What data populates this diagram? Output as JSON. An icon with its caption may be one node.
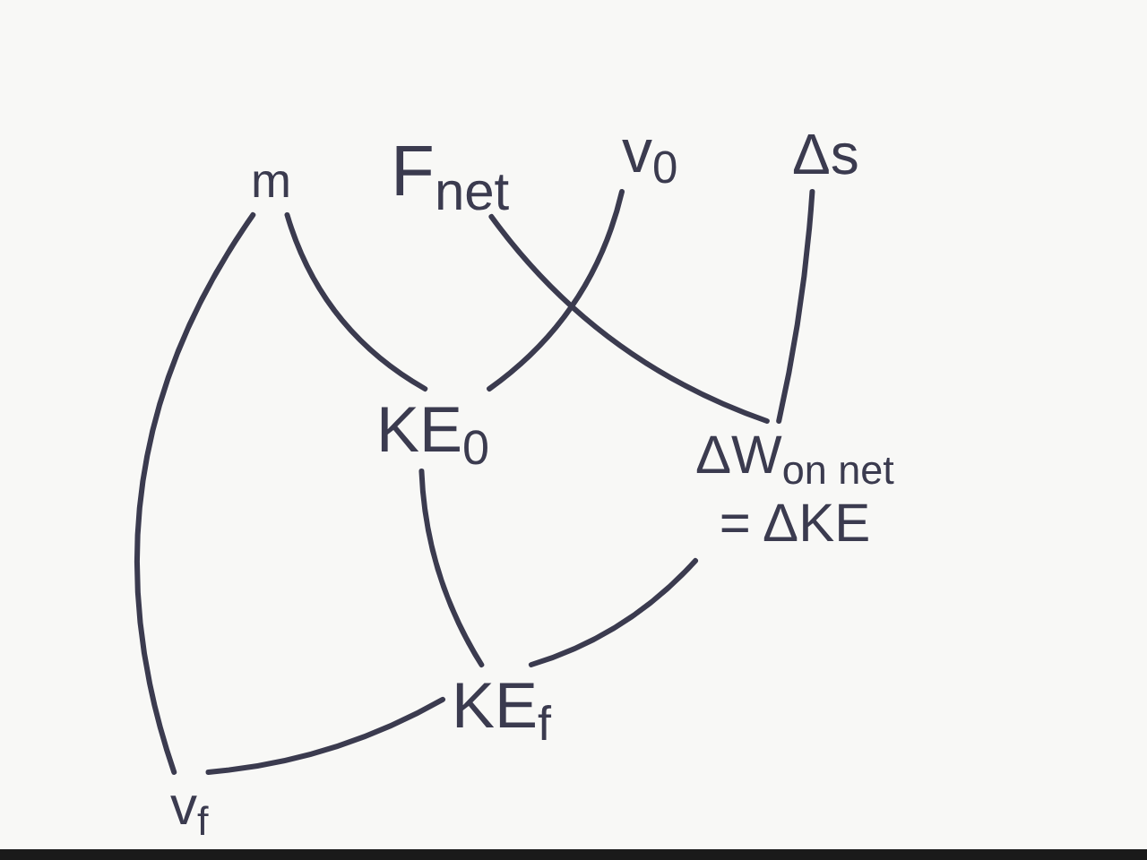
{
  "diagram": {
    "nodes": [
      {
        "text": [
          "m"
        ]
      },
      {
        "text": [
          "F$_{net}$"
        ]
      },
      {
        "text": [
          "v$_{0}$"
        ]
      },
      {
        "text": [
          "Δs"
        ]
      },
      {
        "text": [
          "KE$_{0}$"
        ]
      },
      {
        "text": [
          "ΔW$_{on net}$",
          "= ΔKE"
        ]
      },
      {
        "text": [
          "KE$_{f}$"
        ]
      },
      {
        "text": [
          "v$_{f}$"
        ]
      }
    ],
    "edges": [
      {
        "from": 0,
        "to": 4,
        "arrow": "none"
      },
      {
        "from": 0,
        "to": 7,
        "arrow": "none"
      },
      {
        "from": 1,
        "to": 5,
        "arrow": "none"
      },
      {
        "from": 2,
        "to": 4,
        "arrow": "none"
      },
      {
        "from": 3,
        "to": 5,
        "arrow": "none"
      },
      {
        "from": 4,
        "to": 6,
        "arrow": "none"
      },
      {
        "from": 5,
        "to": 6,
        "arrow": "none"
      },
      {
        "from": 6,
        "to": 7,
        "arrow": "none"
      }
    ]
  }
}
